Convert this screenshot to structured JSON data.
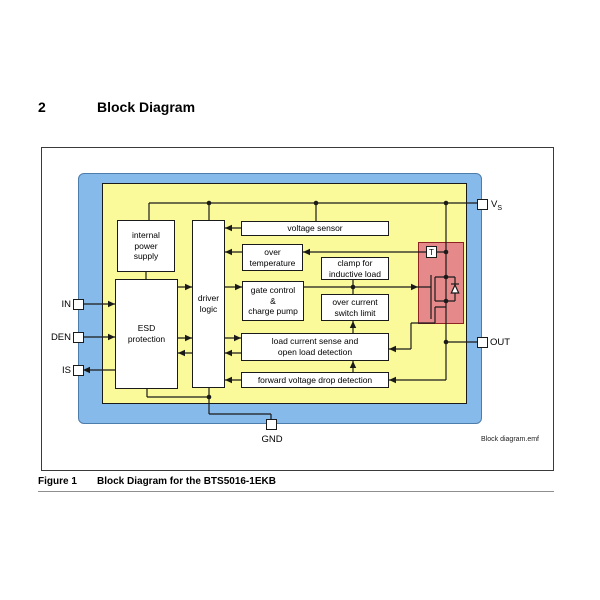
{
  "heading": {
    "number": "2",
    "title": "Block Diagram"
  },
  "caption": {
    "label": "Figure 1",
    "title": "Block Diagram for the BTS5016-1EKB"
  },
  "watermark": "Block diagram.emf",
  "pins": {
    "in": "IN",
    "den": "DEN",
    "is": "IS",
    "vs_base": "V",
    "vs_sub": "S",
    "out": "OUT",
    "gnd": "GND"
  },
  "blocks": {
    "internal_power_supply": {
      "lines": [
        "internal",
        "power",
        "supply"
      ]
    },
    "esd_protection": {
      "lines": [
        "ESD",
        "protection"
      ]
    },
    "driver_logic": {
      "lines": [
        "driver",
        "logic"
      ]
    },
    "voltage_sensor": {
      "lines": [
        "voltage sensor"
      ]
    },
    "over_temperature": {
      "lines": [
        "over",
        "temperature"
      ]
    },
    "gate_control": {
      "lines": [
        "gate control",
        "&",
        "charge pump"
      ]
    },
    "clamp": {
      "lines": [
        "clamp for",
        "inductive load"
      ]
    },
    "over_current": {
      "lines": [
        "over current",
        "switch limit"
      ]
    },
    "load_current": {
      "lines": [
        "load current sense and",
        "open load detection"
      ]
    },
    "forward_voltage": {
      "lines": [
        "forward voltage drop detection"
      ]
    },
    "temp_sensor": {
      "label": "T"
    }
  },
  "colors": {
    "chip_outer": "#86baeb",
    "chip_inner": "#fafa9a",
    "power_stage_fill": "#e5898b",
    "power_stage_border": "#8f2222"
  }
}
